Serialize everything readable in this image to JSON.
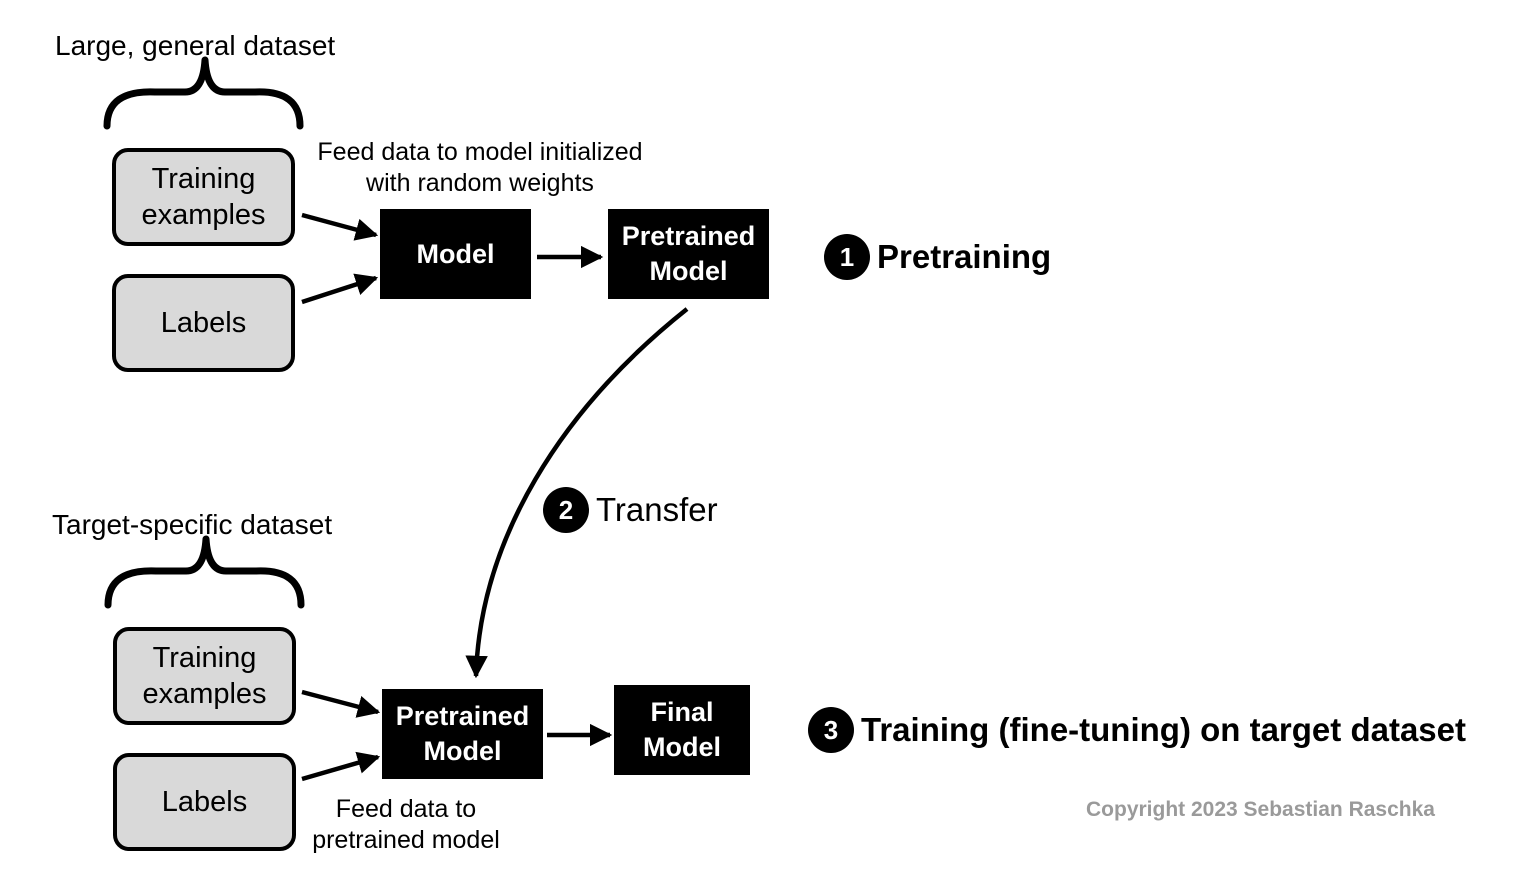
{
  "pretraining": {
    "dataset_label": "Large, general dataset",
    "training_examples": "Training\nexamples",
    "labels": "Labels",
    "feed_note": "Feed data to model initialized\nwith random weights",
    "model": "Model",
    "pretrained_model": "Pretrained\nModel"
  },
  "finetuning": {
    "dataset_label": "Target-specific dataset",
    "training_examples": "Training\nexamples",
    "labels": "Labels",
    "feed_note": "Feed data to\npretrained model",
    "pretrained_model": "Pretrained\nModel",
    "final_model": "Final\nModel"
  },
  "steps": [
    {
      "number": "1",
      "label": "Pretraining"
    },
    {
      "number": "2",
      "label": "Transfer"
    },
    {
      "number": "3",
      "label": "Training (fine-tuning) on target dataset"
    }
  ],
  "copyright": "Copyright 2023 Sebastian Raschka"
}
